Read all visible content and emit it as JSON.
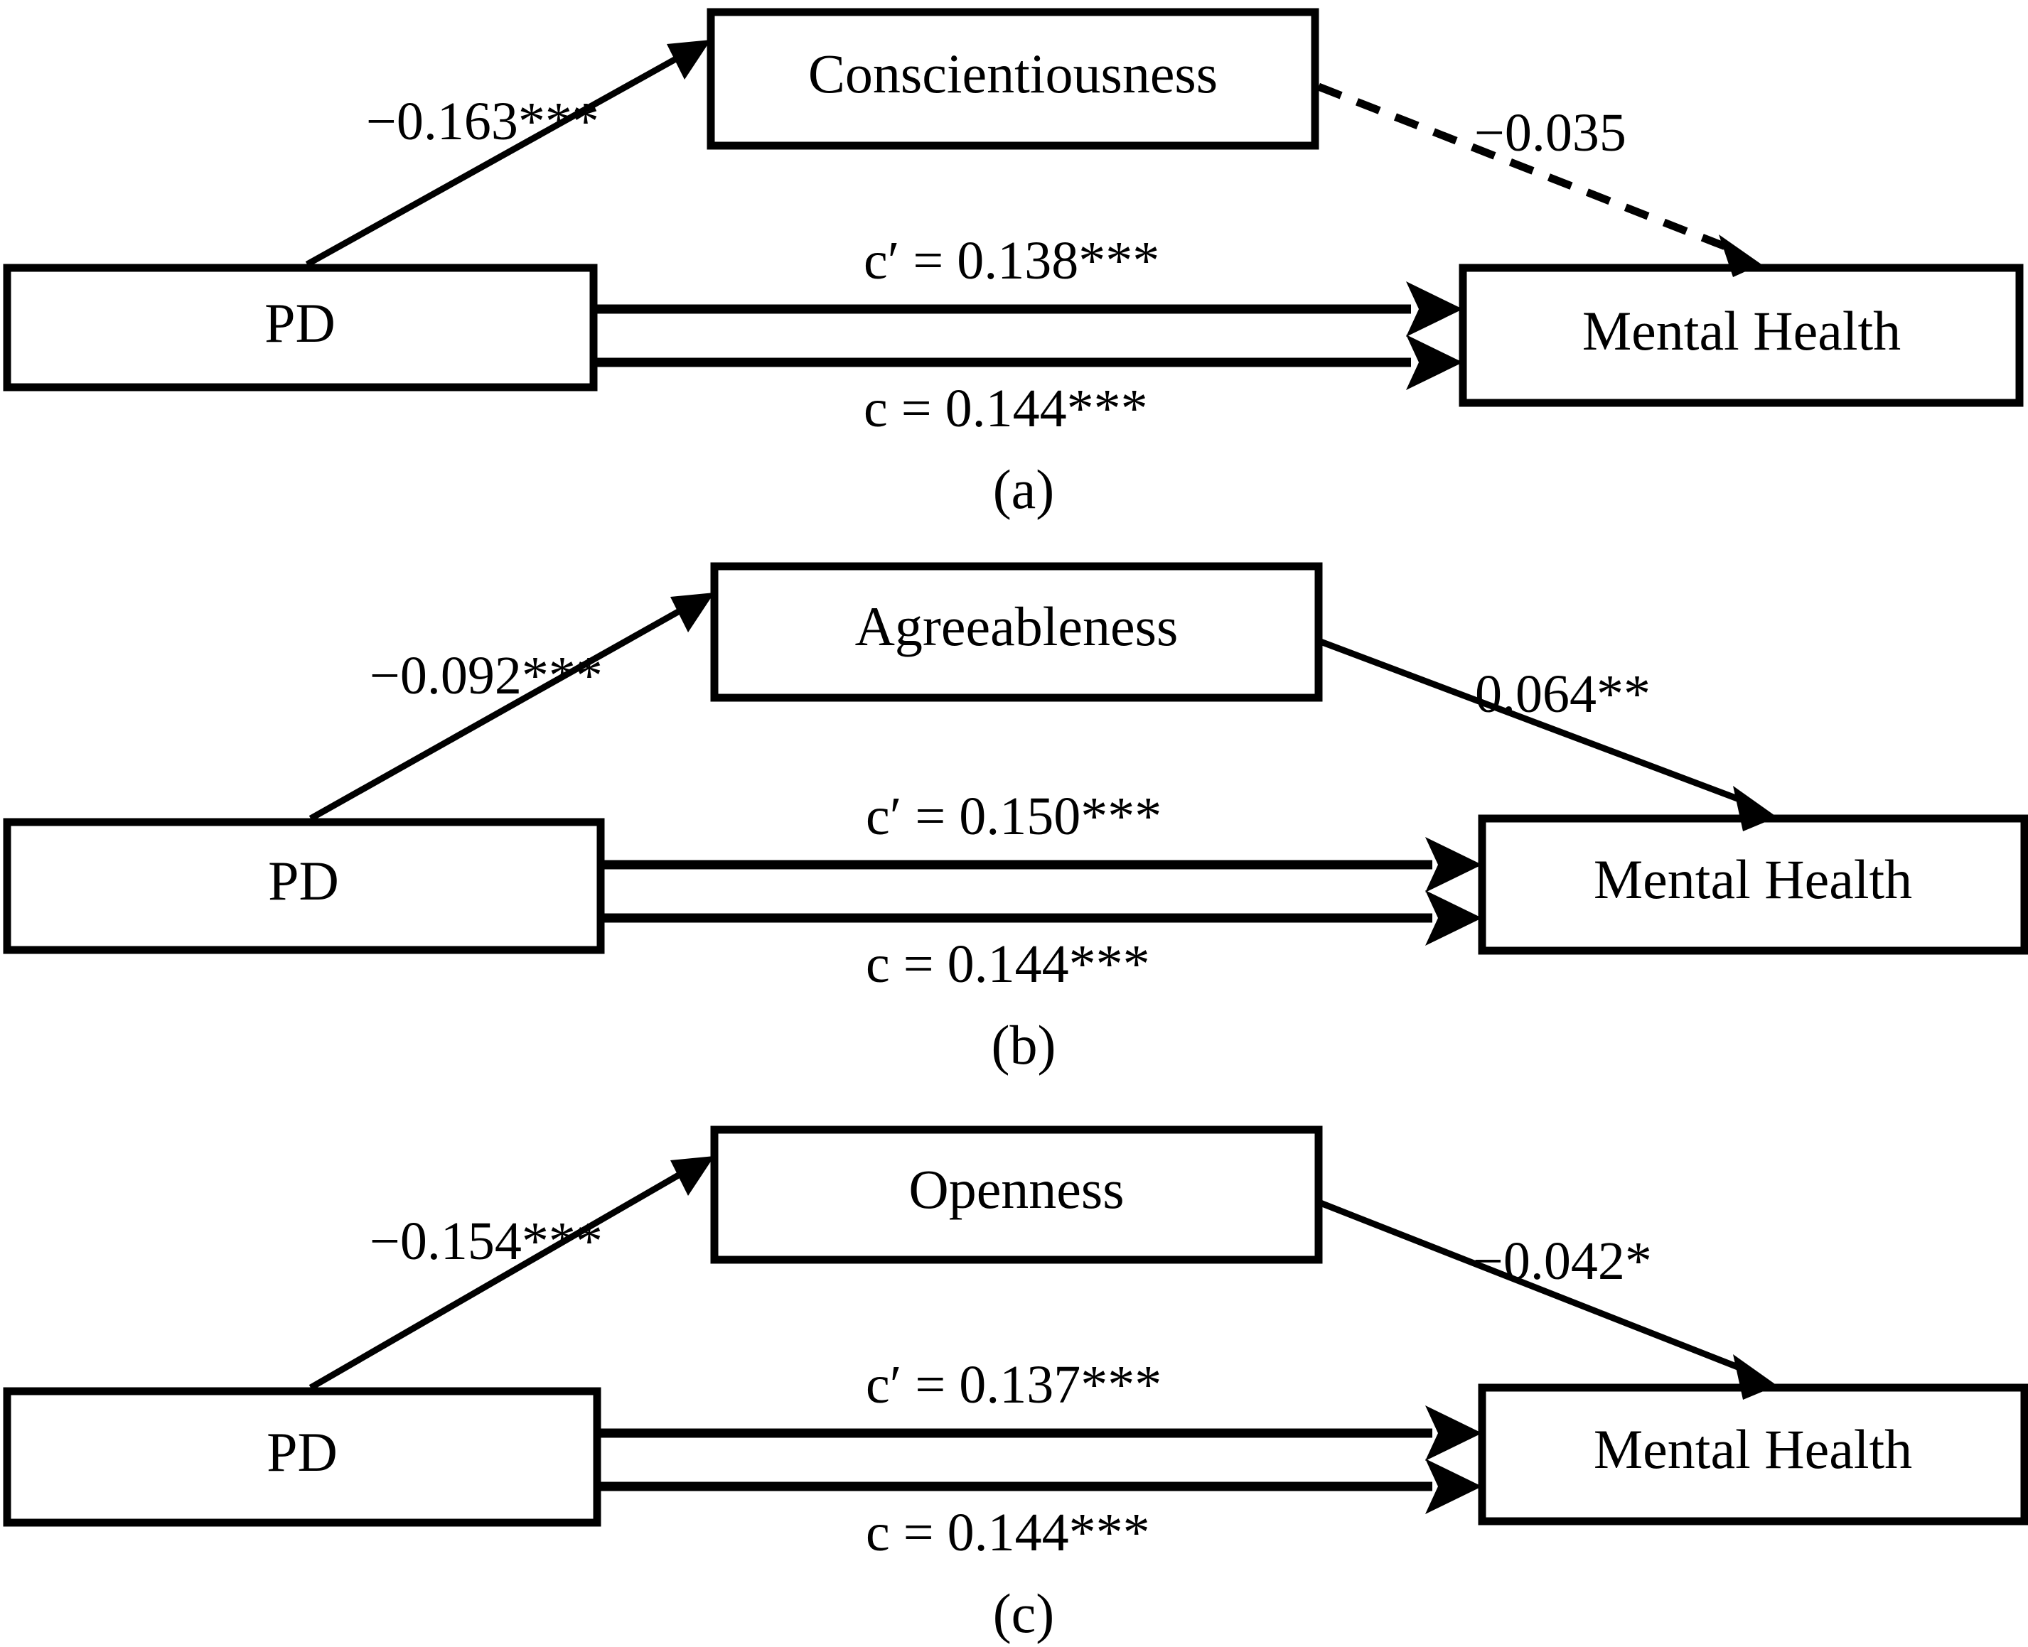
{
  "figure": {
    "type": "mediation-path-diagram",
    "panel_count": 3
  },
  "chart_data": {
    "type": "diagram",
    "title": "",
    "subtitle": "",
    "diagram_kind": "mediation path model",
    "shared_nodes": {
      "predictor": "PD",
      "outcome": "Mental Health"
    },
    "panels": [
      {
        "caption": "(a)",
        "predictor": "PD",
        "mediator": "Conscientiousness",
        "outcome": "Mental Health",
        "paths": [
          {
            "name": "a",
            "from": "PD",
            "to": "Conscientiousness",
            "label": "−0.163***",
            "value": -0.163,
            "stars": "***",
            "style": "solid",
            "significant": true
          },
          {
            "name": "b",
            "from": "Conscientiousness",
            "to": "Mental Health",
            "label": "−0.035",
            "value": -0.035,
            "stars": "",
            "style": "dashed",
            "significant": false
          },
          {
            "name": "c-prime",
            "from": "PD",
            "to": "Mental Health",
            "label": "c′ = 0.138***",
            "value": 0.138,
            "stars": "***",
            "style": "solid",
            "significant": true
          },
          {
            "name": "c",
            "from": "PD",
            "to": "Mental Health",
            "label": "c = 0.144***",
            "value": 0.144,
            "stars": "***",
            "style": "solid",
            "significant": true
          }
        ]
      },
      {
        "caption": "(b)",
        "predictor": "PD",
        "mediator": "Agreeableness",
        "outcome": "Mental Health",
        "paths": [
          {
            "name": "a",
            "from": "PD",
            "to": "Agreeableness",
            "label": "−0.092***",
            "value": -0.092,
            "stars": "***",
            "style": "solid",
            "significant": true
          },
          {
            "name": "b",
            "from": "Agreeableness",
            "to": "Mental Health",
            "label": "0.064**",
            "value": 0.064,
            "stars": "**",
            "style": "solid",
            "significant": true
          },
          {
            "name": "c-prime",
            "from": "PD",
            "to": "Mental Health",
            "label": "c′ = 0.150***",
            "value": 0.15,
            "stars": "***",
            "style": "solid",
            "significant": true
          },
          {
            "name": "c",
            "from": "PD",
            "to": "Mental Health",
            "label": "c = 0.144***",
            "value": 0.144,
            "stars": "***",
            "style": "solid",
            "significant": true
          }
        ]
      },
      {
        "caption": "(c)",
        "predictor": "PD",
        "mediator": "Openness",
        "outcome": "Mental Health",
        "paths": [
          {
            "name": "a",
            "from": "PD",
            "to": "Openness",
            "label": "−0.154***",
            "value": -0.154,
            "stars": "***",
            "style": "solid",
            "significant": true
          },
          {
            "name": "b",
            "from": "Openness",
            "to": "Mental Health",
            "label": "−0.042*",
            "value": -0.042,
            "stars": "*",
            "style": "solid",
            "significant": true
          },
          {
            "name": "c-prime",
            "from": "PD",
            "to": "Mental Health",
            "label": "c′ = 0.137***",
            "value": 0.137,
            "stars": "***",
            "style": "solid",
            "significant": true
          },
          {
            "name": "c",
            "from": "PD",
            "to": "Mental Health",
            "label": "c = 0.144***",
            "value": 0.144,
            "stars": "***",
            "style": "solid",
            "significant": true
          }
        ]
      }
    ]
  },
  "panel_a": {
    "mediator_label": "Conscientiousness",
    "predictor_label": "PD",
    "outcome_label": "Mental Health",
    "path_a_label": "−0.163***",
    "path_b_label": "−0.035",
    "path_cprime_label": "c′ = 0.138***",
    "path_c_label": "c = 0.144***",
    "caption": "(a)"
  },
  "panel_b": {
    "mediator_label": "Agreeableness",
    "predictor_label": "PD",
    "outcome_label": "Mental Health",
    "path_a_label": "−0.092***",
    "path_b_label": "0.064**",
    "path_cprime_label": "c′ = 0.150***",
    "path_c_label": "c = 0.144***",
    "caption": "(b)"
  },
  "panel_c": {
    "mediator_label": "Openness",
    "predictor_label": "PD",
    "outcome_label": "Mental Health",
    "path_a_label": "−0.154***",
    "path_b_label": "−0.042*",
    "path_cprime_label": "c′ = 0.137***",
    "path_c_label": "c = 0.144***",
    "caption": "(c)"
  },
  "colors": {
    "stroke": "#000000",
    "fill": "#ffffff"
  }
}
